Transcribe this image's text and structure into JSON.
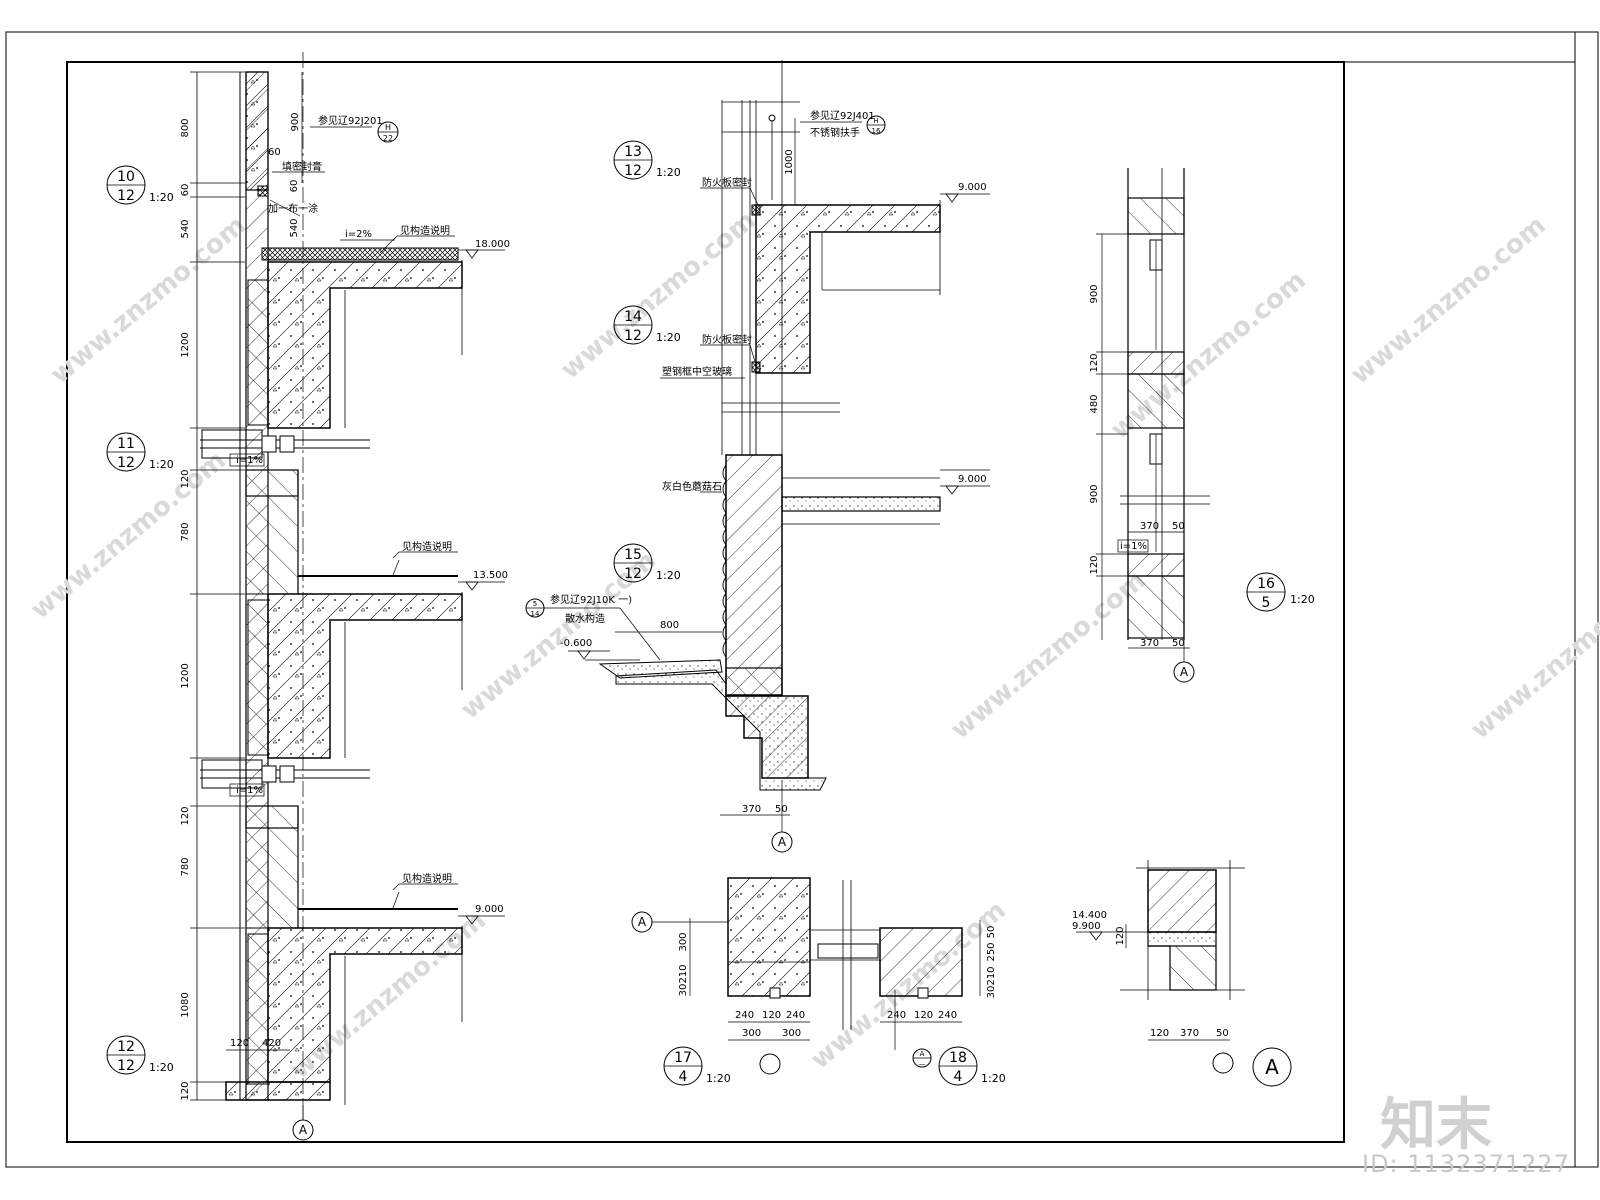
{
  "watermark": {
    "site": "www.znzmo.com",
    "brand": "知末",
    "id": "ID: 1132371227"
  },
  "details": {
    "d10": {
      "num": "10",
      "sheet": "12",
      "scale": "1:20"
    },
    "d11": {
      "num": "11",
      "sheet": "12",
      "scale": "1:20"
    },
    "d12": {
      "num": "12",
      "sheet": "12",
      "scale": "1:20"
    },
    "d13": {
      "num": "13",
      "sheet": "12",
      "scale": "1:20"
    },
    "d14": {
      "num": "14",
      "sheet": "12",
      "scale": "1:20"
    },
    "d15": {
      "num": "15",
      "sheet": "12",
      "scale": "1:20"
    },
    "d16": {
      "num": "16",
      "sheet": "5",
      "scale": "1:20"
    },
    "d17": {
      "num": "17",
      "sheet": "4",
      "scale": "1:20"
    },
    "d18": {
      "num": "18",
      "sheet": "4",
      "scale": "1:20"
    }
  },
  "left_col": {
    "dims": [
      "800",
      "60",
      "540",
      "1200",
      "120",
      "780",
      "1200",
      "120",
      "780",
      "1080",
      "120"
    ],
    "dim_900": "900",
    "dim_60a": "60",
    "dim_60b": "60",
    "dim_540": "540",
    "ref": "参见辽92J201",
    "ref_num": "H",
    "ref_sheet": "22",
    "seal": "填密封膏",
    "add_layer": "加一布一涂",
    "slope": "i=2%",
    "slope1": "i=1%",
    "slope2": "i=1%",
    "note1": "见构造说明",
    "note2": "见构造说明",
    "note3": "见构造说明",
    "elev1": "18.000",
    "elev2": "13.500",
    "elev3": "9.000",
    "dim_120": "120",
    "dim_420": "420",
    "axis": "A"
  },
  "mid_col": {
    "ref": "参见辽92J401",
    "ref_num": "H",
    "ref_sheet": "16",
    "rail": "不锈钢扶手",
    "dim_1000": "1000",
    "fire1": "防火板密封",
    "fire2": "防火板密封",
    "glass": "塑钢框中空玻璃",
    "elev_top": "9.000",
    "elev_mid": "9.000",
    "stone": "灰白色蘑菇石",
    "ref2": "参见辽92J10K 一)",
    "ref2_num": "5",
    "ref2_sheet": "14",
    "apron": "散水构造",
    "dim_800": "800",
    "elev_ground": "-0.600",
    "dim_370": "370",
    "dim_50": "50",
    "axis": "A"
  },
  "right_col": {
    "dims": [
      "900",
      "120",
      "480",
      "900",
      "120"
    ],
    "top_370": "370",
    "top_50": "50",
    "slope": "i=1%",
    "bot_370": "370",
    "bot_50": "50",
    "axis": "A"
  },
  "bottom": {
    "axis_a": "A",
    "d17_v": [
      "300",
      "30",
      "210"
    ],
    "d17_h1": [
      "240",
      "120",
      "240"
    ],
    "d17_h2": [
      "300",
      "300"
    ],
    "d18_v": [
      "50",
      "250",
      "30",
      "210"
    ],
    "d18_h1": [
      "240",
      "120",
      "240"
    ],
    "d18_ref_num": "A",
    "d18_ref_sheet": "—",
    "elev1": "14.400",
    "elev2": "9.900",
    "dim_120v": "120",
    "h3": [
      "120",
      "370",
      "50"
    ],
    "axis_big": "A"
  }
}
